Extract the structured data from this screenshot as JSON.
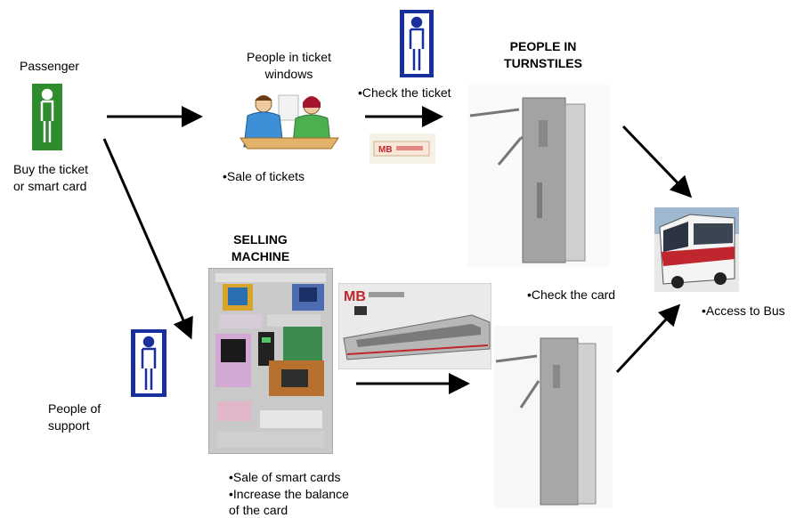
{
  "labels": {
    "passenger": "Passenger",
    "buy_line1": "Buy the ticket",
    "buy_line2": "or smart card",
    "ticket_windows_line1": "People in ticket",
    "ticket_windows_line2": "windows",
    "sale_of_tickets": "•Sale of tickets",
    "check_ticket": "•Check the ticket",
    "turnstiles_line1": "PEOPLE IN",
    "turnstiles_line2": "TURNSTILES",
    "selling_machine_line1": "SELLING",
    "selling_machine_line2": "MACHINE",
    "check_card": "•Check the card",
    "access_bus": "•Access to Bus",
    "support_line1": "People of",
    "support_line2": "support",
    "smart_cards_line1": "•Sale of smart cards",
    "smart_cards_line2": "•Increase the balance",
    "smart_cards_line3": "of the card",
    "ticket_brand": "MB",
    "card_brand": "MB"
  },
  "colors": {
    "passenger_box": "#2e8b2e",
    "person_box": "#1a2f9e",
    "arrow": "#000000"
  },
  "icons": [
    "person-icon",
    "ticket-window-clerks",
    "ticket-image",
    "turnstile-image",
    "bus-image",
    "selling-machine-image",
    "smart-card-image"
  ]
}
